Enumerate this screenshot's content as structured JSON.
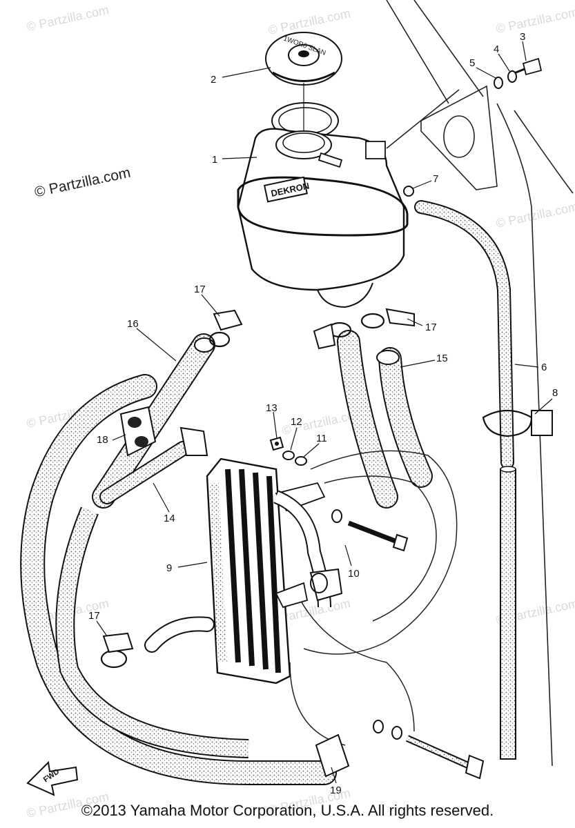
{
  "watermark": "© Partzilla.com",
  "copyright": "©2013  Yamaha Motor Corporation, U.S.A. All rights reserved.",
  "tank_label": "DEKRON",
  "cap_text": "1WOR0 SLAN",
  "fwd_label": "FWD",
  "callouts": {
    "c1": "1",
    "c2": "2",
    "c3": "3",
    "c4": "4",
    "c5": "5",
    "c6": "6",
    "c7": "7",
    "c8": "8",
    "c9": "9",
    "c10": "10",
    "c11": "11",
    "c12": "12",
    "c13": "13",
    "c14": "14",
    "c15": "15",
    "c16": "16",
    "c17a": "17",
    "c17b": "17",
    "c17c": "17",
    "c18": "18",
    "c19": "19"
  }
}
